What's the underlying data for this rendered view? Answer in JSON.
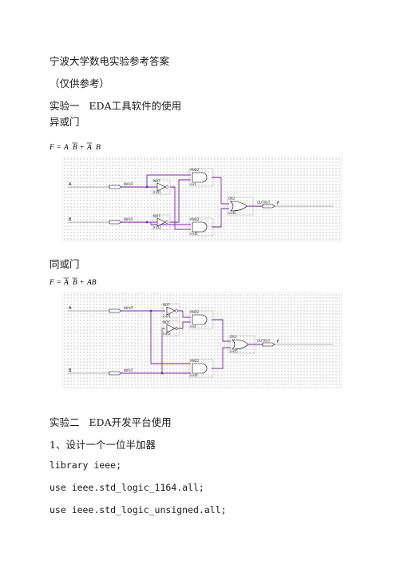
{
  "title": "宁波大学数电实验参考答案",
  "subtitle": "（仅供参考）",
  "exp1": {
    "heading": "实验一   EDA工具软件的使用",
    "xor_title": "异或门",
    "xor_formula": "F = A B + A B",
    "xnor_title": "同或门",
    "xnor_formula": "F = A B + AB"
  },
  "schem1": {
    "in_a": "A",
    "in_b": "B",
    "out": "F",
    "not1": "NOT",
    "not2": "NOT",
    "and1": "AND2",
    "and2": "AND2",
    "or": "OR2",
    "in_tag_a": "INPUT",
    "in_tag_b": "INPUT",
    "out_tag": "OUTPUT",
    "inst1": "inst1",
    "inst2": "inst2",
    "inst3": "inst",
    "inst4": "inst4",
    "inst5": "inst5"
  },
  "schem2": {
    "in_a": "A",
    "in_b": "B",
    "out": "F",
    "not1": "NOT",
    "not2": "NOT",
    "and1": "AND2",
    "and2": "AND2",
    "or": "OR2",
    "in_tag_a": "INPUT",
    "in_tag_b": "INPUT",
    "out_tag": "OUTPUT",
    "inst1": "inst1",
    "inst2": "inst2",
    "inst3": "inst",
    "inst4": "inst4",
    "inst5": "inst5"
  },
  "exp2": {
    "heading": "实验二   EDA开发平台使用",
    "task1": "1、设计一个一位半加器",
    "code": [
      "library ieee;",
      "use ieee.std_logic_1164.all;",
      "use ieee.std_logic_unsigned.all;"
    ]
  }
}
